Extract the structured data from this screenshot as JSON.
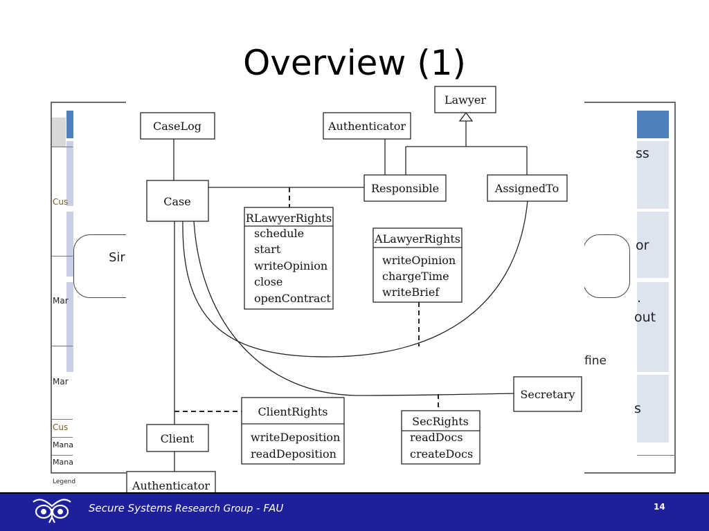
{
  "slide": {
    "title": "Overview (1)",
    "page_number": "14"
  },
  "footer": {
    "org_a": "Secure Systems",
    "org_b": " Research Group",
    "org_c": " - FAU"
  },
  "background_fragments": {
    "f_ss": "ss",
    "f_or": "or",
    "f_dot": ".",
    "f_out": "out",
    "f_fine": "fine",
    "f_s": "s",
    "f_cus1": "Cus",
    "f_mar1": "Mar",
    "f_mar2": "Mar",
    "f_cus2": "Cus",
    "f_mana1": "Mana",
    "f_mana2": "Mana",
    "f_legend": "Legend",
    "f_sir": "Sir"
  },
  "diagram": {
    "classes": {
      "caselog": "CaseLog",
      "authenticator_top": "Authenticator",
      "lawyer": "Lawyer",
      "case": "Case",
      "responsible": "Responsible",
      "assignedto": "AssignedTo",
      "rlawyerrights": "RLawyerRights",
      "alawyerrights": "ALawyerRights",
      "clientrights": "ClientRights",
      "secrights": "SecRights",
      "secretary": "Secretary",
      "client": "Client",
      "authenticator_bottom": "Authenticator"
    },
    "operations": {
      "rlawyer": [
        "schedule",
        "start",
        "writeOpinion",
        "close",
        "openContract"
      ],
      "alawyer": [
        "writeOpinion",
        "chargeTime",
        "writeBrief"
      ],
      "client": [
        "writeDeposition",
        "readDeposition"
      ],
      "sec": [
        "readDocs",
        "createDocs"
      ]
    }
  },
  "colors": {
    "footer_bg": "#1d1f9b",
    "table_header": "#4f81bd",
    "table_cell": "#dde3ef"
  }
}
